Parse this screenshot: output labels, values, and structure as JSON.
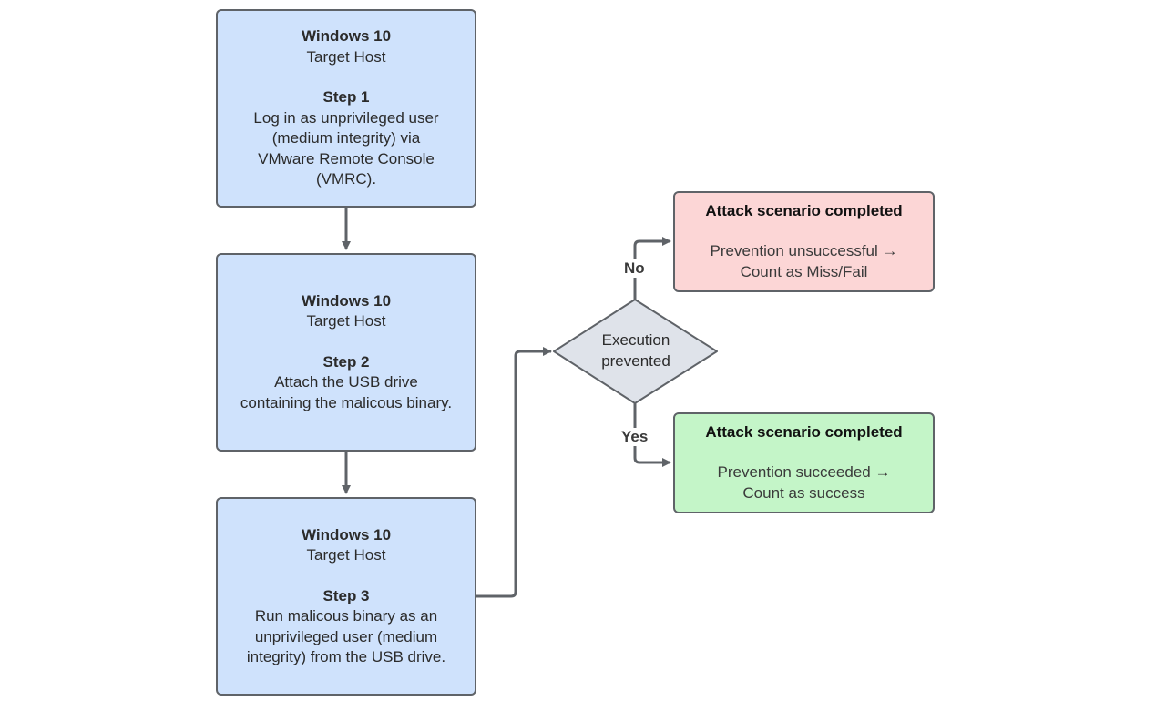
{
  "steps": [
    {
      "host": "Windows 10",
      "role": "Target Host",
      "step": "Step 1",
      "lines": [
        "Log in as unprivileged user",
        "(medium integrity) via",
        "VMware Remote Console",
        "(VMRC)."
      ]
    },
    {
      "host": "Windows 10",
      "role": "Target Host",
      "step": "Step 2",
      "lines": [
        "Attach the USB drive",
        "containing the malicous binary."
      ]
    },
    {
      "host": "Windows 10",
      "role": "Target Host",
      "step": "Step 3",
      "lines": [
        "Run malicous binary as an",
        "unprivileged user (medium",
        "integrity) from the USB drive."
      ]
    }
  ],
  "decision": {
    "lines": [
      "Execution",
      "prevented"
    ]
  },
  "edges": {
    "no": "No",
    "yes": "Yes"
  },
  "outcomes": {
    "fail": {
      "title": "Attack scenario completed",
      "lines": [
        "Prevention unsuccessful →",
        "Count as Miss/Fail"
      ],
      "color": "#fcd6d6"
    },
    "success": {
      "title": "Attack scenario completed",
      "lines": [
        "Prevention succeeded →",
        "Count as success"
      ],
      "color": "#c4f5c8"
    }
  },
  "colors": {
    "step_fill": "#cfe2fc",
    "decision_fill": "#dfe3ea",
    "stroke": "#5f6368"
  }
}
